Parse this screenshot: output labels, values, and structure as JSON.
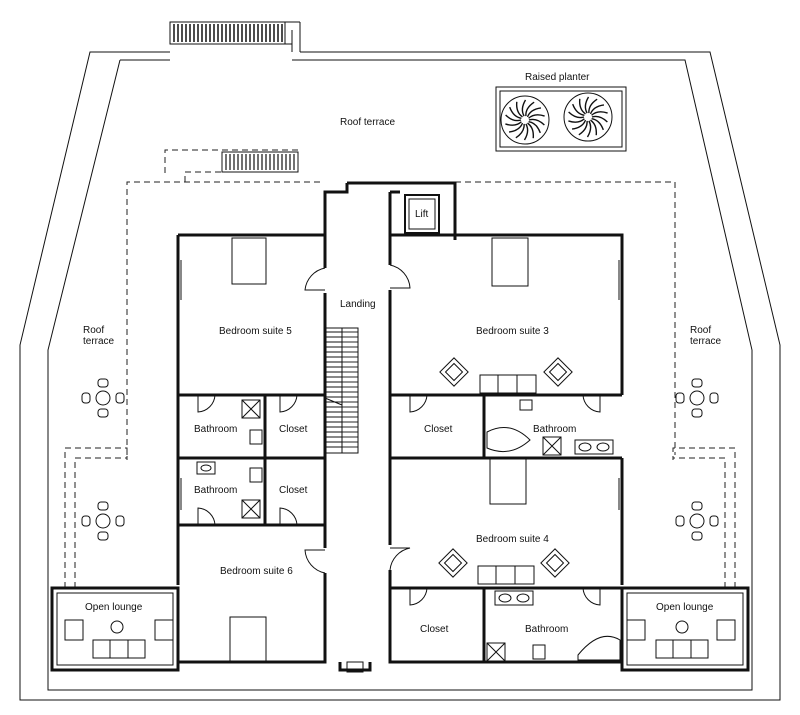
{
  "labels": {
    "raised_planter": "Raised planter",
    "roof_terrace_top": "Roof  terrace",
    "lift": "Lift",
    "landing": "Landing",
    "roof_left_1": "Roof",
    "roof_left_2": "terrace",
    "roof_right_1": "Roof",
    "roof_right_2": "terrace",
    "bedroom_5": "Bedroom suite 5",
    "bedroom_3": "Bedroom suite 3",
    "bedroom_4": "Bedroom suite 4",
    "bedroom_6": "Bedroom suite 6",
    "bath_left_top": "Bathroom",
    "bath_left_bottom": "Bathroom",
    "closet_left_top": "Closet",
    "closet_left_bottom": "Closet",
    "closet_right_top": "Closet",
    "bath_right_top": "Bathroom",
    "closet_right_bottom": "Closet",
    "bath_right_bottom": "Bathroom",
    "lounge_left": "Open lounge",
    "lounge_right": "Open lounge"
  }
}
